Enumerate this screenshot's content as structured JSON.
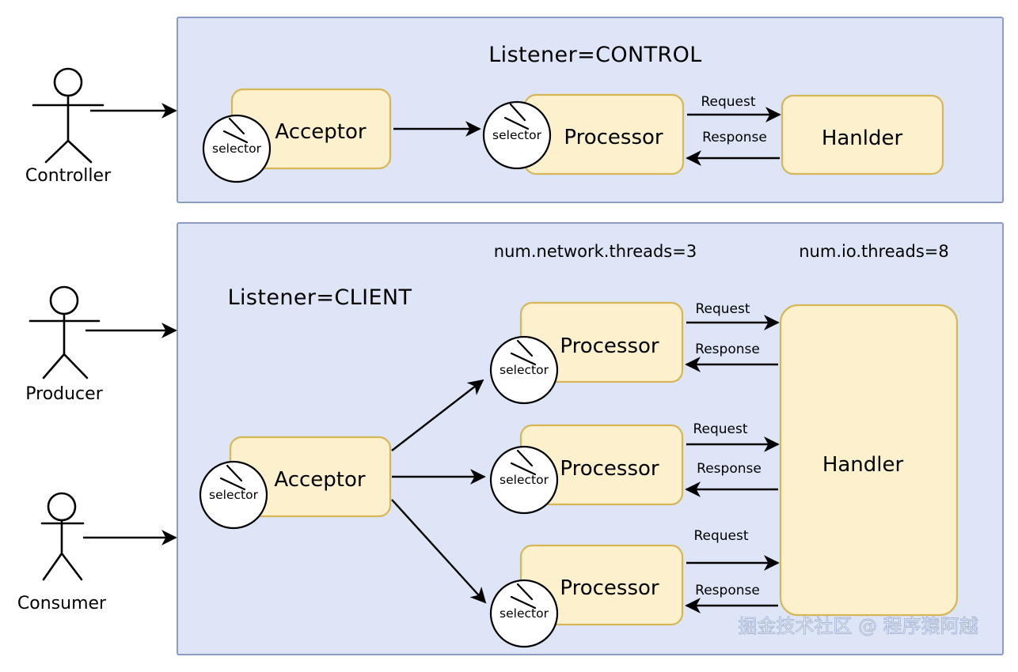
{
  "figure": {
    "kind": "architecture-diagram",
    "subject": "Kafka broker network thread model",
    "colors": {
      "panel_fill": "#dde5f7",
      "panel_border": "#8a9bc4",
      "box_fill": "#fdf1cd",
      "box_border": "#d6b656",
      "circle_fill": "#ffffff",
      "line": "#000000",
      "watermark": "#e8eef9"
    }
  },
  "actors": [
    {
      "id": "controller",
      "label": "Controller"
    },
    {
      "id": "producer",
      "label": "Producer"
    },
    {
      "id": "consumer",
      "label": "Consumer"
    }
  ],
  "panels": [
    {
      "id": "control-panel",
      "title": "Listener=CONTROL",
      "acceptor": {
        "label": "Acceptor",
        "selector_label": "selector"
      },
      "processors": [
        {
          "label": "Processor",
          "selector_label": "selector"
        }
      ],
      "handler": {
        "label": "Hanlder"
      },
      "edges": [
        {
          "from": "acceptor",
          "to": "processor",
          "label": ""
        },
        {
          "from": "processor",
          "to": "handler",
          "label": "Request"
        },
        {
          "from": "handler",
          "to": "processor",
          "label": "Response"
        }
      ]
    },
    {
      "id": "client-panel",
      "title": "Listener=CLIENT",
      "configs": [
        {
          "id": "network-threads",
          "text": "num.network.threads=3"
        },
        {
          "id": "io-threads",
          "text": "num.io.threads=8"
        }
      ],
      "acceptor": {
        "label": "Acceptor",
        "selector_label": "selector"
      },
      "processors": [
        {
          "label": "Processor",
          "selector_label": "selector",
          "request_label": "Request",
          "response_label": "Response"
        },
        {
          "label": "Processor",
          "selector_label": "selector",
          "request_label": "Request",
          "response_label": "Response"
        },
        {
          "label": "Processor",
          "selector_label": "selector",
          "request_label": "Request",
          "response_label": "Response"
        }
      ],
      "handler": {
        "label": "Handler"
      }
    }
  ],
  "watermark": {
    "text": "掘金技术社区 @ 程序猿阿越"
  }
}
